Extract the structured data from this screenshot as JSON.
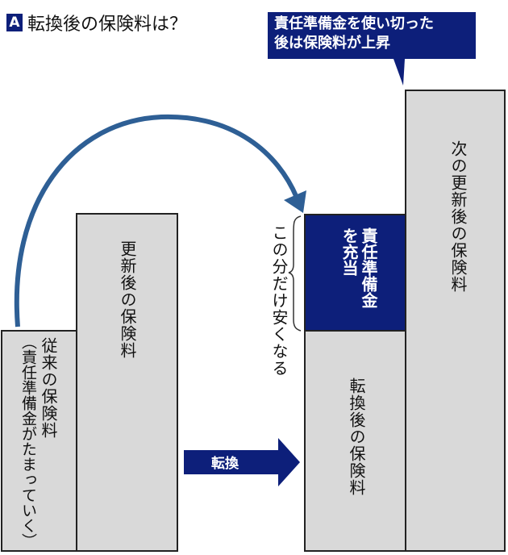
{
  "title": {
    "badge": "A",
    "text": "転換後の保険料は？"
  },
  "callout": {
    "line1": "責任準備金を使い切った",
    "line2": "後は保険料が上昇"
  },
  "bars": {
    "previous_premium": {
      "line1": "従来の保険料",
      "line2": "（責任準備金がたまっていく）"
    },
    "renewed_premium": "更新後の保険料",
    "reserve_applied": {
      "line1": "責任準備金",
      "line2": "を充当"
    },
    "converted_premium": "転換後の保険料",
    "next_renewal_premium": "次の更新後の保険料"
  },
  "brace_label": "この分だけ安くなる",
  "convert_arrow_label": "転換",
  "colors": {
    "navy": "#0d1f7a",
    "arrow_blue": "#2e5f95",
    "bar_gray": "#d9d9d9"
  }
}
